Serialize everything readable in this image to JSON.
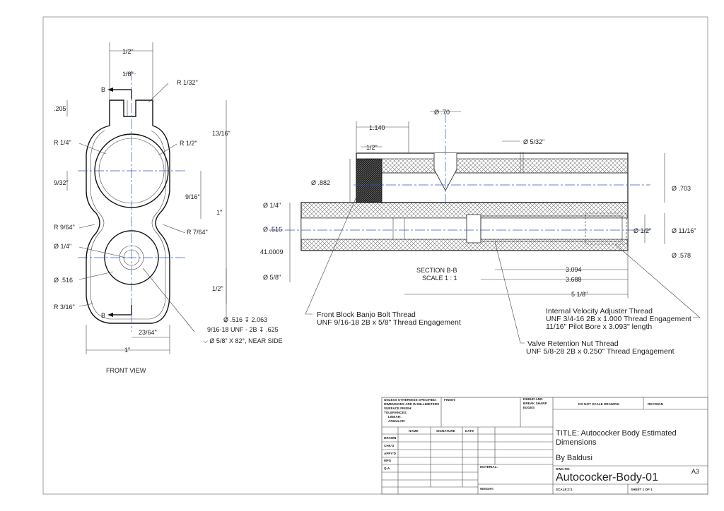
{
  "views": {
    "front_label": "FRONT VIEW",
    "section_label": "SECTION B-B",
    "section_scale": "SCALE 1 : 1",
    "section_marker": "B"
  },
  "front_dims": {
    "half_top": "1/2\"",
    "eighth_top": "1/8\"",
    "r_1_32": "R 1/32\"",
    "d_205": ".205",
    "r_quarter": "R 1/4\"",
    "r_half": "R 1/2\"",
    "thirteen_16": "13/16\"",
    "nine_32": "9/32\"",
    "nine_16": "9/16\"",
    "one_inch_v": "1\"",
    "r_9_64": "R 9/64\"",
    "r_7_64": "R 7/64\"",
    "dia_quarter": "Ø 1/4\"",
    "dia_516": "Ø .516",
    "half_bottom": "1/2\"",
    "r_3_16": "R 3/16\"",
    "twentythree_64": "23/64\"",
    "one_inch_h": "1\"",
    "hole_callout_1": "Ø .516 ↧ 2.063",
    "hole_callout_2": "9/16-18 UNF - 2B ↧ .625",
    "hole_callout_3": "⌵ Ø 5/8\" X 82°, NEAR SIDE"
  },
  "section_dims": {
    "d_1140": "1.140",
    "dia_70": "Ø .70",
    "dia_5_32": "Ø 5/32\"",
    "half": "1/2\"",
    "dia_882": "Ø .882",
    "dia_703": "Ø .703",
    "dia_quarter": "Ø 1/4\"",
    "dia_516": "Ø .516",
    "d_41": "41.0009",
    "dia_5_8": "Ø 5/8\"",
    "dia_half": "Ø 1/2\"",
    "dia_11_16": "Ø 11/16\"",
    "dia_578": "Ø .578",
    "d_3094": "3.094",
    "d_3688": "3.688",
    "d_5_18": "5 1/8\""
  },
  "notes": {
    "banjo_1": "Front Block Banjo Bolt Thread",
    "banjo_2": "UNF 9/16-18 2B x 5/8\" Thread Engagement",
    "velocity_1": "Internal Velocity Adjuster Thread",
    "velocity_2": "UNF 3/4-16 2B x 1.000 Thread Engagement",
    "velocity_3": "11/16\" Pilot Bore x 3.093\" length",
    "valve_1": "Valve Retention Nut Thread",
    "valve_2": "UNF 5/8-28 2B x 0.250\" Thread Engagement"
  },
  "title_block": {
    "unless_1": "UNLESS OTHERWISE SPECIFIED:",
    "unless_2": "DIMENSIONS ARE IN MILLIMETERS",
    "unless_3": "SURFACE FINISH:",
    "unless_4": "TOLERANCES:",
    "unless_5": "LINEAR:",
    "unless_6": "ANGULAR:",
    "finish": "FINISH:",
    "deburr_1": "DEBUR AND",
    "deburr_2": "BREAK SHARP",
    "deburr_3": "EDGES",
    "do_not_scale": "DO NOT SCALE DRAWING",
    "revision": "REVISION",
    "col_name": "NAME",
    "col_signature": "SIGNATURE",
    "col_date": "DATE",
    "row_drawn": "DRAWN",
    "row_chkd": "CHK'D",
    "row_appvd": "APPV'D",
    "row_mfg": "MFG",
    "row_qa": "Q.A",
    "material": "MATERIAL:",
    "weight": "WEIGHT:",
    "title_line1": "TITLE: Autococker Body Estimated",
    "title_line2": "Dimensions",
    "author": "By Baldusi",
    "dwg_no_label": "DWG NO.",
    "dwg_no": "Autococker-Body-01",
    "size": "A3",
    "scale": "SCALE:2:1",
    "sheet": "SHEET 1 OF 1"
  }
}
